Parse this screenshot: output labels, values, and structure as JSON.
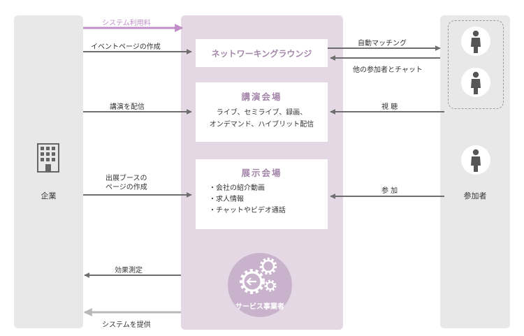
{
  "enterprise": {
    "label": "企業"
  },
  "participant": {
    "label": "参加者"
  },
  "lounge": {
    "title": "ネットワーキングラウンジ"
  },
  "hall": {
    "title": "講演会場",
    "line1": "ライブ、セミライブ、録画、",
    "line2": "オンデマンド、ハイブリット配信"
  },
  "expo": {
    "title": "展示会場",
    "items": [
      "会社の紹介動画",
      "求人情報",
      "チャットやビデオ通話"
    ]
  },
  "provider": {
    "label": "サービス事業者"
  },
  "arrows": {
    "system_fee": "システム利用料",
    "event_page": "イベントページの作成",
    "lecture_delivery": "講演を配信",
    "booth_line1": "出展ブースの",
    "booth_line2": "ページの作成",
    "effect_measurement": "効果測定",
    "system_provision": "システムを提供",
    "auto_matching": "自動マッチング",
    "chat": "他の参加者とチャット",
    "viewing": "視 聴",
    "join": "参 加"
  },
  "colors": {
    "purple": "#a486aa",
    "arrow_purple": "#c08fc8",
    "arrow_dark": "#6e6e6e",
    "arrow_light": "#b8b8b8"
  }
}
